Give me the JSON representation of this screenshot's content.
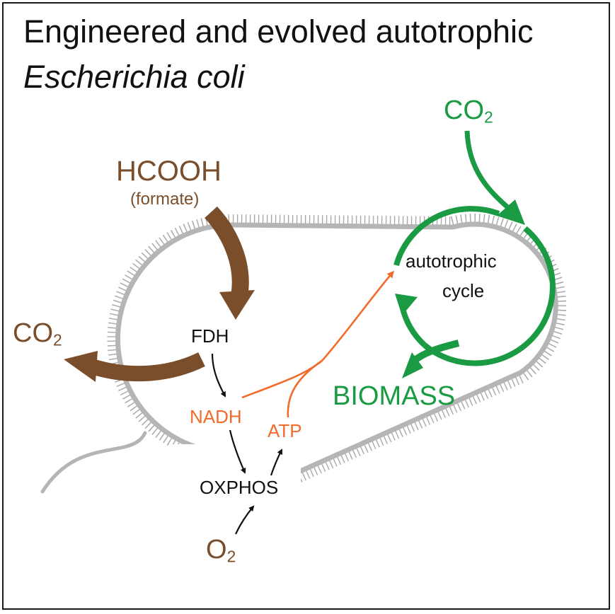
{
  "title": {
    "line1": "Engineered and evolved autotrophic",
    "line2": "Escherichia coli"
  },
  "labels": {
    "co2_top": "CO",
    "co2_top_sub": "2",
    "hcooh": "HCOOH",
    "formate": "(formate)",
    "co2_left": "CO",
    "co2_left_sub": "2",
    "fdh": "FDH",
    "nadh": "NADH",
    "atp": "ATP",
    "oxphos": "OXPHOS",
    "o2": "O",
    "o2_sub": "2",
    "cycle_line1": "autotrophic",
    "cycle_line2": "cycle",
    "biomass": "BIOMASS"
  },
  "colors": {
    "brown": "#7a4e2b",
    "green": "#1a9a42",
    "orange": "#f26b2b",
    "membrane": "#b5b5b5",
    "text": "#111111"
  }
}
